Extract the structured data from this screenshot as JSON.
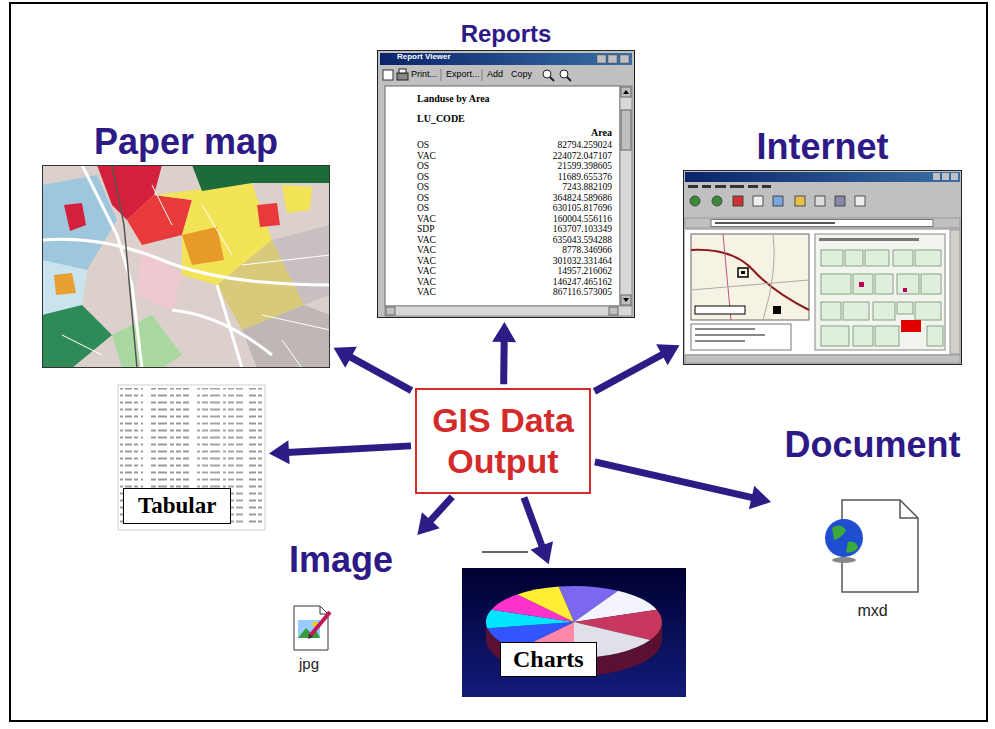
{
  "diagram": {
    "nodes": [
      {
        "text": [
          "Reports"
        ]
      },
      {
        "text": [
          "Paper map"
        ]
      },
      {
        "text": [
          "Internet"
        ]
      },
      {
        "text": [
          "Tabular"
        ]
      },
      {
        "text": [
          "GIS Data Output"
        ]
      },
      {
        "text": [
          "Document",
          "mxd"
        ]
      },
      {
        "text": [
          "Image",
          "jpg"
        ]
      },
      {
        "text": [
          "Charts"
        ]
      }
    ],
    "edges": [
      {
        "from": 4,
        "to": 0,
        "arrow": "to"
      },
      {
        "from": 4,
        "to": 2,
        "arrow": "to"
      },
      {
        "from": 4,
        "to": 5,
        "arrow": "to"
      },
      {
        "from": 4,
        "to": 7,
        "arrow": "to"
      },
      {
        "from": 4,
        "to": 6,
        "arrow": "to"
      },
      {
        "from": 4,
        "to": 3,
        "arrow": "to"
      },
      {
        "from": 4,
        "to": 1,
        "arrow": "to"
      }
    ],
    "labels": [
      "Report Viewer",
      "Print...",
      "Export...",
      "Add",
      "Copy",
      "Landuse by Area",
      "LU_CODE",
      "Area",
      "OS",
      "82794.259024",
      "VAC",
      "224072.047107",
      "OS",
      "21599.398605",
      "OS",
      "11689.655376",
      "OS",
      "7243.882109",
      "OS",
      "364824.589686",
      "OS",
      "630105.817696",
      "VAC",
      "160004.556116",
      "SDP",
      "163707.103349",
      "VAC",
      "635043.594288",
      "VAC",
      "8778.346966",
      "VAC",
      "301032.331464",
      "VAC",
      "14957.216062",
      "VAC",
      "146247.465162",
      "VAC",
      "867116.573005"
    ]
  }
}
